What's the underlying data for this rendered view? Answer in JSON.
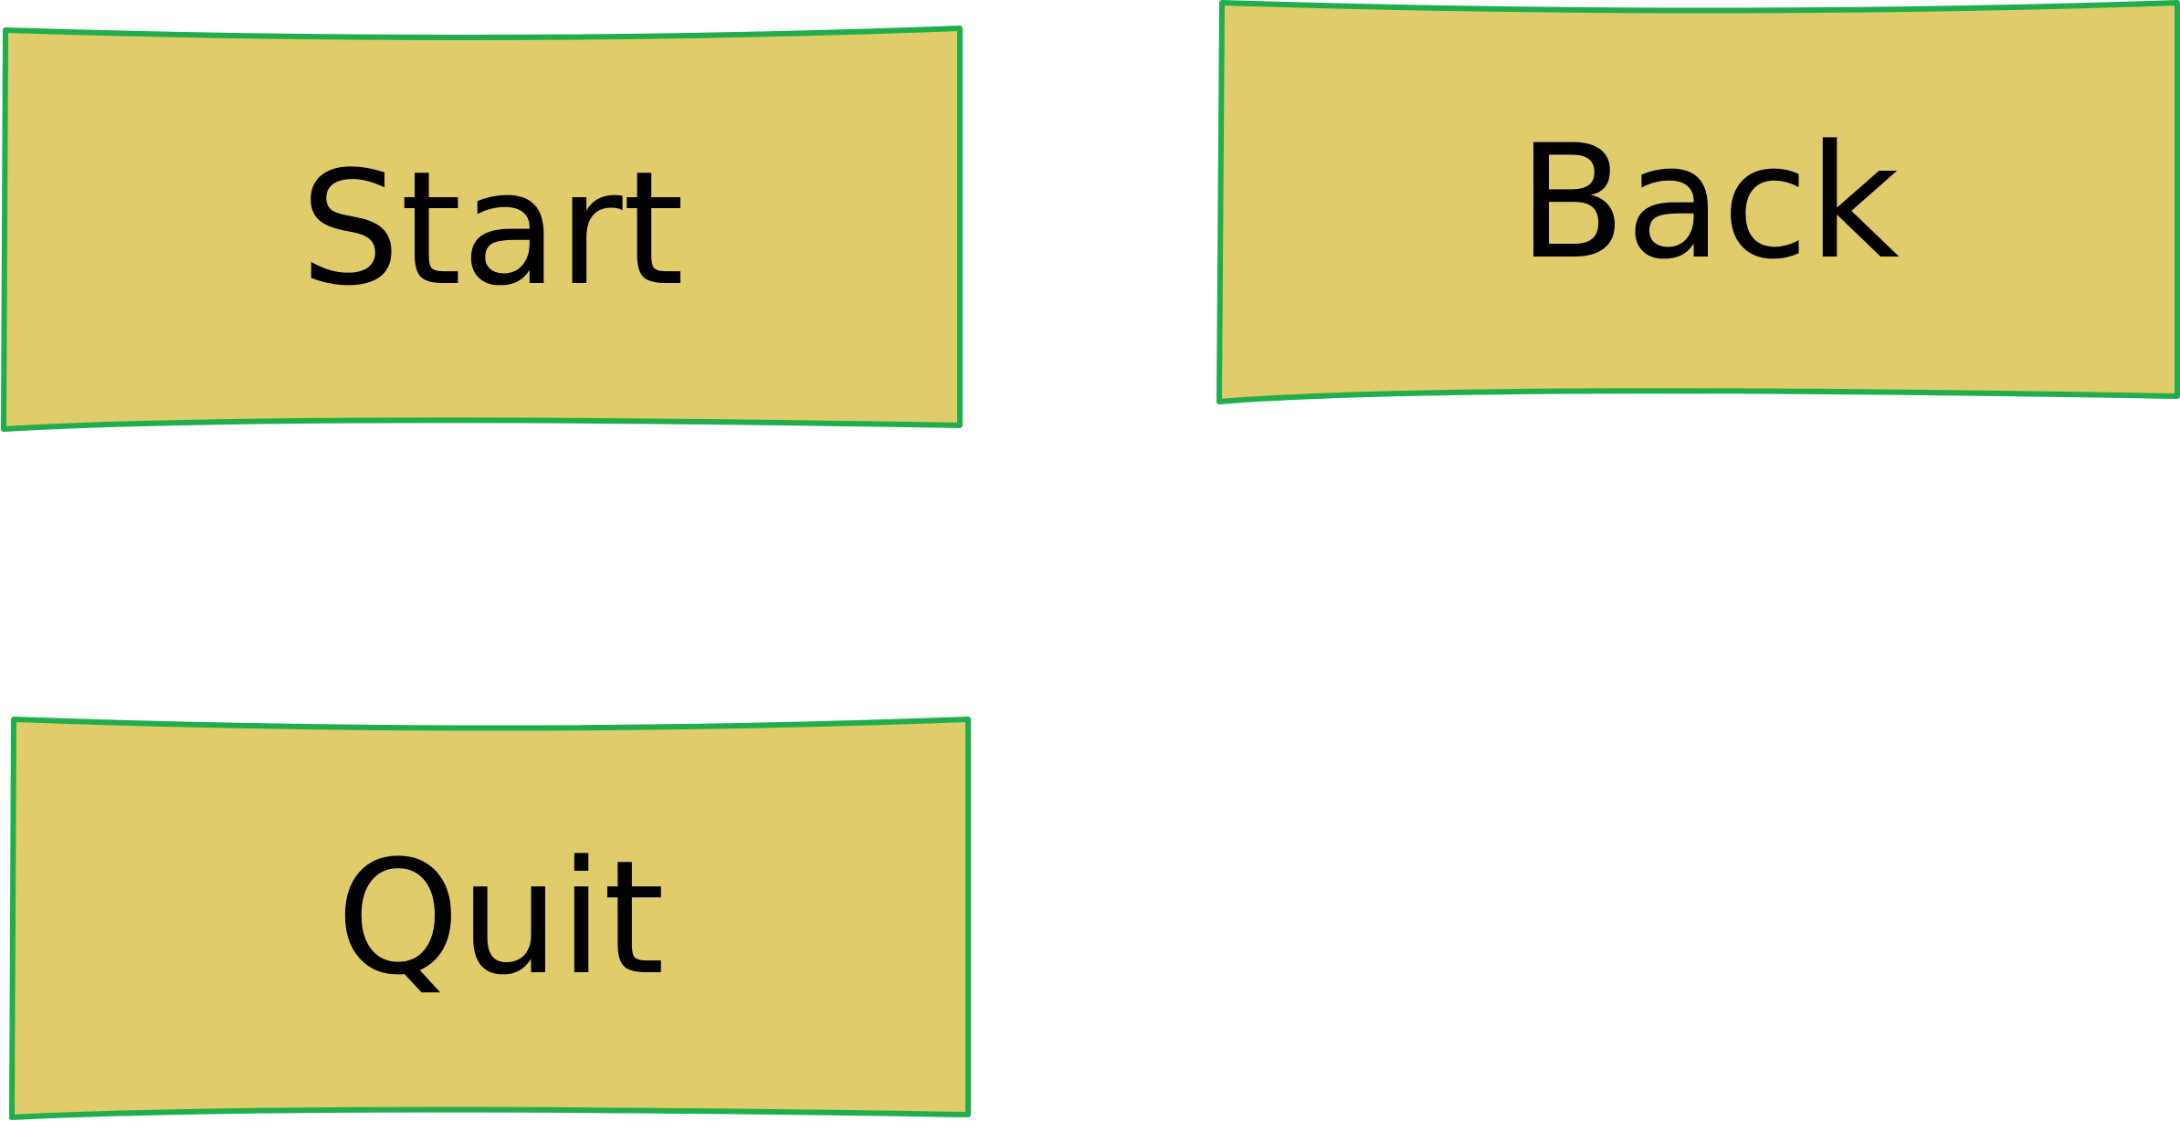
{
  "colors": {
    "button_fill": "#e0cc6b",
    "button_border": "#1fae4b",
    "label_text": "#000000",
    "background": "#ffffff"
  },
  "buttons": {
    "start": {
      "label": "Start"
    },
    "back": {
      "label": "Back"
    },
    "quit": {
      "label": "Quit"
    }
  }
}
